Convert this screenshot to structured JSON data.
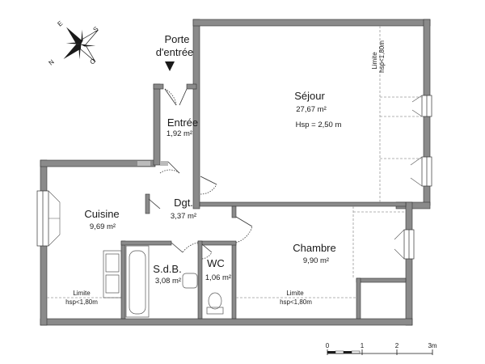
{
  "compass": {
    "labels": [
      "N",
      "E",
      "S",
      "O"
    ]
  },
  "entry": {
    "line1": "Porte",
    "line2": "d'entrée"
  },
  "rooms": [
    {
      "id": "sejour",
      "name": "Séjour",
      "area": "27,67 m²",
      "extra": "Hsp = 2,50 m"
    },
    {
      "id": "entree",
      "name": "Entrée",
      "area": "1,92 m²"
    },
    {
      "id": "cuisine",
      "name": "Cuisine",
      "area": "9,69 m²"
    },
    {
      "id": "dgt",
      "name": "Dgt.",
      "area": "3,37 m²"
    },
    {
      "id": "sdb",
      "name": "S.d.B.",
      "area": "3,08 m²"
    },
    {
      "id": "wc",
      "name": "WC",
      "area": "1,06 m²"
    },
    {
      "id": "chambre",
      "name": "Chambre",
      "area": "9,90 m²"
    }
  ],
  "limits": {
    "sejour": [
      "Limite",
      "hsp<1,80m"
    ],
    "cuisine": [
      "Limite",
      "hsp<1,80m"
    ],
    "chambre": [
      "Limite",
      "hsp<1,80m"
    ]
  },
  "scale": {
    "ticks": [
      "0",
      "1",
      "2",
      "3m"
    ]
  },
  "colors": {
    "wall": "#8a8a8a",
    "wall_edge": "#333333",
    "dash": "#9a9a9a"
  }
}
